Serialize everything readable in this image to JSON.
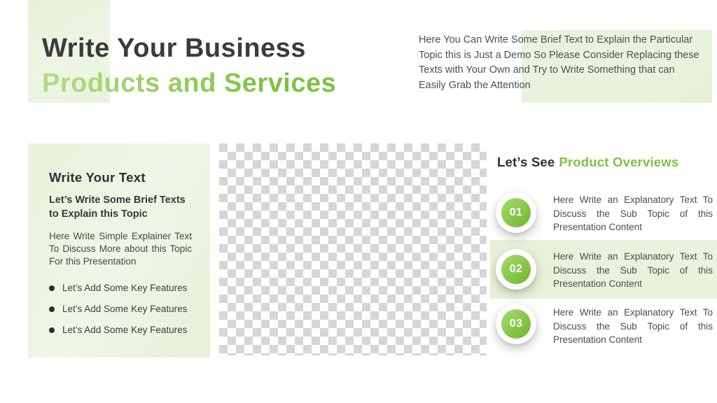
{
  "title": {
    "line1": "Write Your Business",
    "line2": "Products and Services"
  },
  "intro": {
    "text": "Here You Can Write Some Brief Text to Explain the Particular Topic this is Just a Demo So Please Consider Replacing these Texts with Your Own and Try to Write Something that can Easily Grab the Attention"
  },
  "left_panel": {
    "heading": "Write Your Text",
    "subheading": "Let’s Write Some Brief Texts to Explain this Topic",
    "paragraph": "Here Write Simple Explainer Text To Discuss More about this Topic For this Presentation",
    "bullets": [
      "Let’s Add Some Key Features",
      "Let’s Add Some Key Features",
      "Let’s Add Some Key Features"
    ]
  },
  "image_placeholder": {
    "description": "transparent-checkerboard"
  },
  "overview": {
    "heading_dark": "Let’s See",
    "heading_green": "Product Overviews",
    "items": [
      {
        "number": "01",
        "text": "Here Write an Explanatory Text To Discuss the Sub Topic of this Presentation Content",
        "highlighted": false
      },
      {
        "number": "02",
        "text": "Here Write an Explanatory Text To Discuss the Sub Topic of this Presentation Content",
        "highlighted": true
      },
      {
        "number": "03",
        "text": "Here Write an Explanatory Text To Discuss the Sub Topic of this Presentation Content",
        "highlighted": false
      }
    ]
  },
  "colors": {
    "title_dark": "#3b3b3b",
    "accent_green": "#7dc242",
    "accent_green_light": "#b4dc8a",
    "panel_green": "#e9f2dd",
    "highlight_green": "#e7f1d9",
    "checker_gray": "#d6d6d6",
    "body_text": "#4f4f4f",
    "circle_green_start": "#a9da70",
    "circle_green_end": "#6cb82a"
  }
}
